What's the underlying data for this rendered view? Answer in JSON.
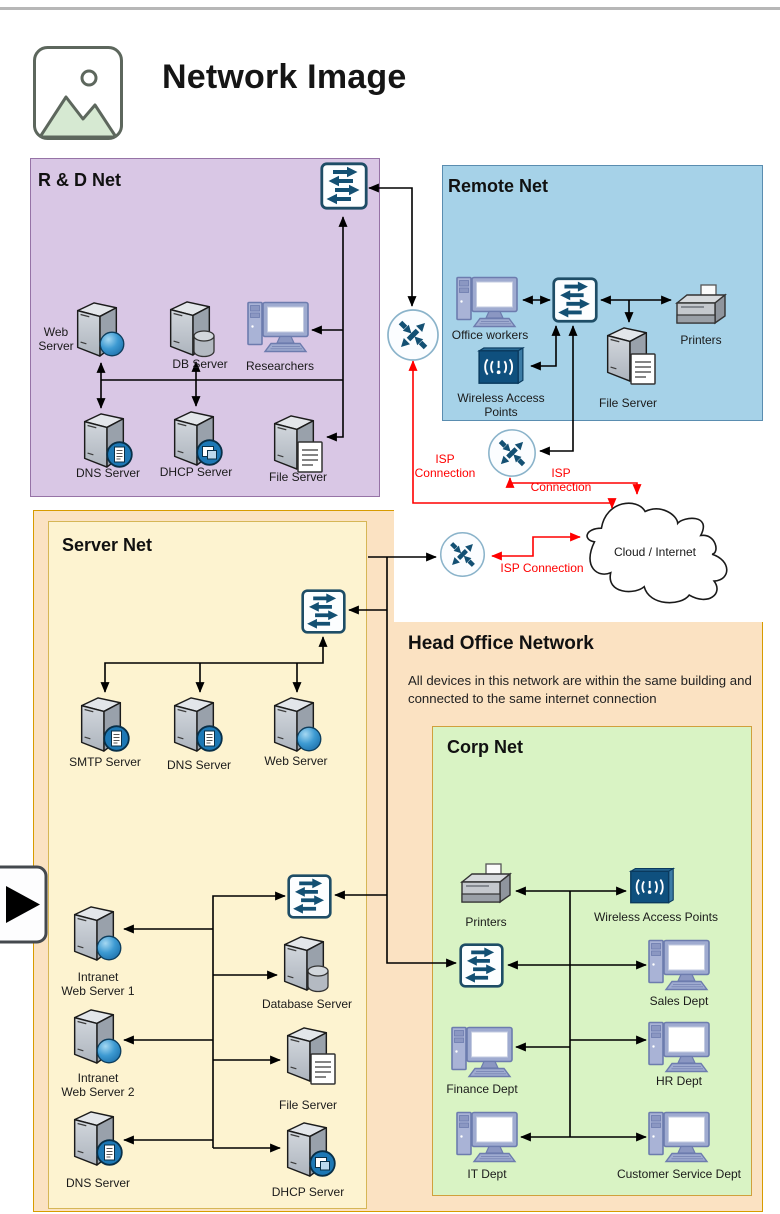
{
  "header": {
    "title": "Network Image"
  },
  "regions": {
    "rd": {
      "title": "R & D Net"
    },
    "remote": {
      "title": "Remote Net"
    },
    "server": {
      "title": "Server Net"
    },
    "head_office": {
      "title": "Head Office Network",
      "description": "All devices in this network are within the same building and connected to the same internet connection"
    },
    "corp": {
      "title": "Corp Net"
    }
  },
  "connection_labels": {
    "isp": {
      "line1": "ISP",
      "line2": "Connection"
    },
    "isp_single": "ISP Connection",
    "cloud": "Cloud / Internet"
  },
  "devices": {
    "rd_web": {
      "line1": "Web",
      "line2": "Server"
    },
    "rd_db": "DB Server",
    "researchers": "Researchers",
    "rd_dns": "DNS Server",
    "rd_dhcp": "DHCP Server",
    "rd_file": "File Server",
    "office_workers": "Office workers",
    "wap_remote": {
      "line1": "Wireless Access",
      "line2": "Points"
    },
    "remote_file": "File Server",
    "printers_remote": "Printers",
    "smtp": "SMTP Server",
    "sn_dns": "DNS Server",
    "sn_web": "Web Server",
    "iws1": {
      "line1": "Intranet",
      "line2": "Web Server 1"
    },
    "database": "Database Server",
    "iws2": {
      "line1": "Intranet",
      "line2": "Web Server 2"
    },
    "sn_file": "File Server",
    "sn_dns2": "DNS Server",
    "dhcp": "DHCP Server",
    "printers_corp": "Printers",
    "wap_corp": "Wireless Access Points",
    "sales": "Sales Dept",
    "finance": "Finance Dept",
    "hr": "HR Dept",
    "it": "IT Dept",
    "cs": "Customer Service Dept"
  },
  "icons": {
    "header": "image-placeholder-icon",
    "switch": "switch-icon",
    "router": "router-icon",
    "server": "server-icon",
    "workstation": "workstation-icon",
    "printer": "printer-icon",
    "wap": "wireless-access-point-icon",
    "cloud": "cloud-icon",
    "entry_arrow": "entry-arrow-icon"
  },
  "colors": {
    "rd-fill": "#d9c7e5",
    "rd-stroke": "#9673a6",
    "remote-fill": "#a6d2e8",
    "remote-stroke": "#5a8db0",
    "orange-fill": "#fbe2c2",
    "orange-stroke": "#d79b00",
    "yellow-fill": "#fdf3d0",
    "yellow-stroke": "#d6b656",
    "green-fill": "#d9f3c4",
    "green-stroke": "#d0a03c",
    "line-black": "#000000",
    "line-red": "#ff0000",
    "text-dark": "#1a1a1a"
  }
}
